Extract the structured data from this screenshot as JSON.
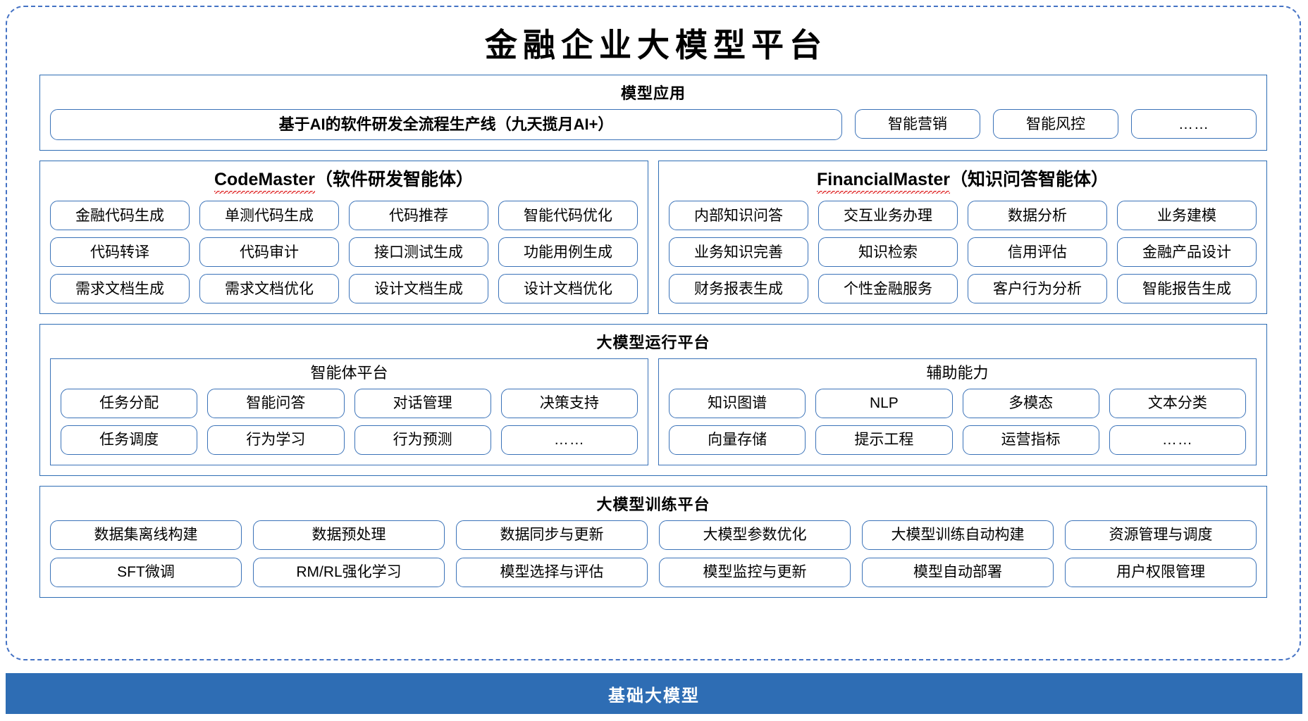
{
  "title": "金融企业大模型平台",
  "model_application": {
    "heading": "模型应用",
    "primary": "基于AI的软件研发全流程生产线（九天揽月AI+）",
    "items": [
      "智能营销",
      "智能风控",
      "……"
    ]
  },
  "agents": [
    {
      "name_en": "CodeMaster",
      "name_cn": "（软件研发智能体）",
      "items": [
        "金融代码生成",
        "单测代码生成",
        "代码推荐",
        "智能代码优化",
        "代码转译",
        "代码审计",
        "接口测试生成",
        "功能用例生成",
        "需求文档生成",
        "需求文档优化",
        "设计文档生成",
        "设计文档优化"
      ]
    },
    {
      "name_en": "FinancialMaster",
      "name_cn": "（知识问答智能体）",
      "items": [
        "内部知识问答",
        "交互业务办理",
        "数据分析",
        "业务建模",
        "业务知识完善",
        "知识检索",
        "信用评估",
        "金融产品设计",
        "财务报表生成",
        "个性金融服务",
        "客户行为分析",
        "智能报告生成"
      ]
    }
  ],
  "runtime_platform": {
    "heading": "大模型运行平台",
    "groups": [
      {
        "title": "智能体平台",
        "items": [
          "任务分配",
          "智能问答",
          "对话管理",
          "决策支持",
          "任务调度",
          "行为学习",
          "行为预测",
          "……"
        ]
      },
      {
        "title": "辅助能力",
        "items": [
          "知识图谱",
          "NLP",
          "多模态",
          "文本分类",
          "向量存储",
          "提示工程",
          "运营指标",
          "……"
        ]
      }
    ]
  },
  "training_platform": {
    "heading": "大模型训练平台",
    "items": [
      "数据集离线构建",
      "数据预处理",
      "数据同步与更新",
      "大模型参数优化",
      "大模型训练自动构建",
      "资源管理与调度",
      "SFT微调",
      "RM/RL强化学习",
      "模型选择与评估",
      "模型监控与更新",
      "模型自动部署",
      "用户权限管理"
    ]
  },
  "base_model": {
    "label": "基础大模型"
  },
  "colors": {
    "accent_blue": "#2E6DB4",
    "border_blue": "#3A72B8",
    "dashed_blue": "#4472C4",
    "spell_red": "#e03030"
  }
}
